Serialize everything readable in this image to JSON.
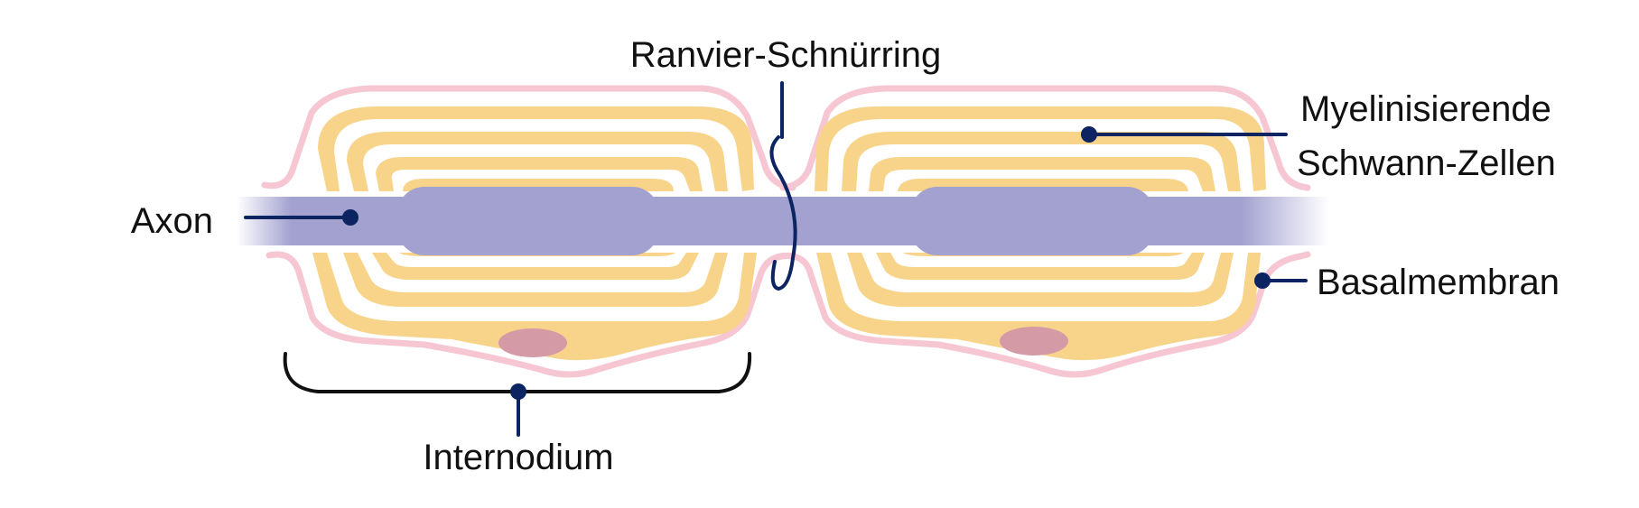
{
  "labels": {
    "node_of_ranvier": "Ranvier-Schnürring",
    "schwann_line1": "Myelinisierende",
    "schwann_line2": "Schwann-Zellen",
    "axon": "Axon",
    "basement_membrane": "Basalmembran",
    "internode": "Internodium"
  },
  "colors": {
    "axon": "#a3a1d0",
    "myelin": "#f7d48a",
    "membrane": "#f6c6d3",
    "nucleus": "#d49aa6",
    "leader": "#0c2461",
    "bracket": "#111111"
  }
}
